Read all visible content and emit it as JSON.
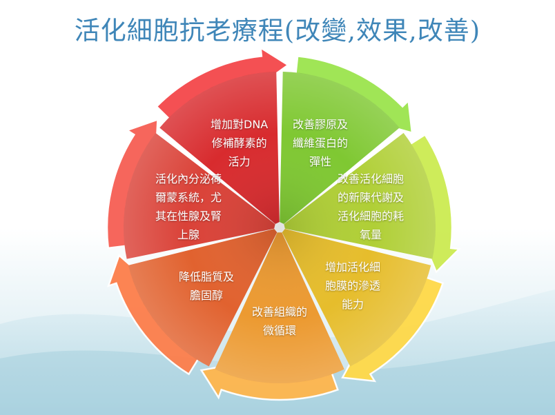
{
  "title": "活化細胞抗老療程(改變,效果,改善)",
  "segments": [
    {
      "id": "s1",
      "color": "#7fc832",
      "lines": [
        "改善膠原及",
        "纖維蛋白的",
        "彈性"
      ]
    },
    {
      "id": "s2",
      "color": "#b0cf36",
      "lines": [
        "改善活化細胞",
        "的新陳代謝及",
        "活化細胞的耗",
        "氧量"
      ]
    },
    {
      "id": "s3",
      "color": "#e6bd2c",
      "lines": [
        "增加活化細",
        "胞膜的滲透",
        "能力"
      ]
    },
    {
      "id": "s4",
      "color": "#ec9a31",
      "lines": [
        "改善組織的",
        "微循環"
      ]
    },
    {
      "id": "s5",
      "color": "#e1622f",
      "lines": [
        "降低脂質及",
        "膽固醇"
      ]
    },
    {
      "id": "s6",
      "color": "#da4238",
      "lines": [
        "活化內分泌荷",
        "爾蒙系統，尤",
        "其在性腺及腎",
        "上腺"
      ]
    },
    {
      "id": "s7",
      "color": "#d82b2e",
      "lines": [
        "增加對DNA",
        "修補酵素的",
        "活力"
      ]
    }
  ]
}
